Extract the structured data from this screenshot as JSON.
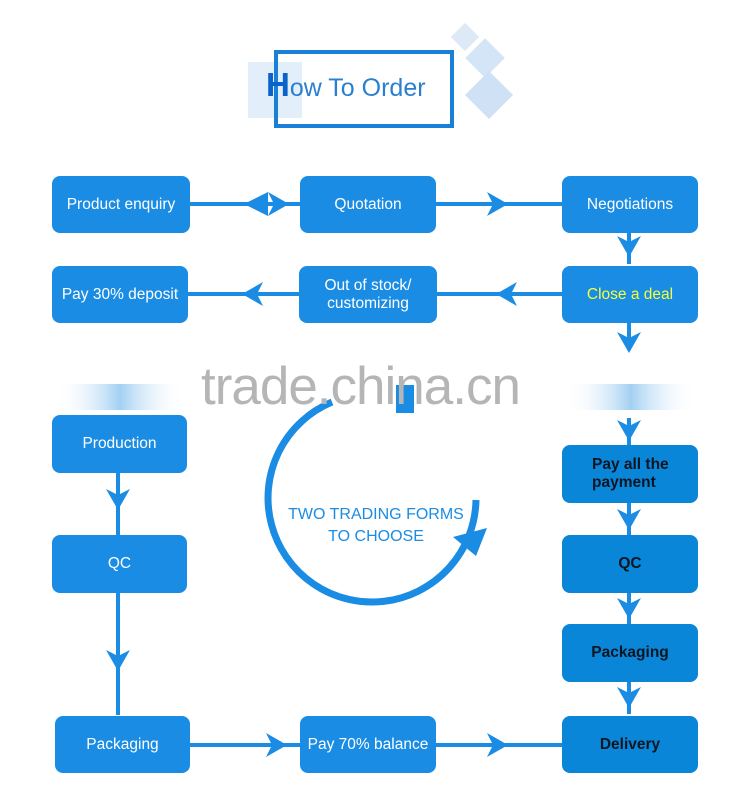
{
  "title": {
    "first_letter": "H",
    "rest": "ow To Order"
  },
  "watermark": "trade.china.cn",
  "cycle_label_line1": "TWO TRADING FORMS",
  "cycle_label_line2": "TO CHOOSE",
  "colors": {
    "primary": "#1b8ce3",
    "dark_box": "#0a86d8",
    "highlight": "#f4ff3c"
  },
  "nodes": {
    "product_enquiry": "Product enquiry",
    "quotation": "Quotation",
    "negotiations": "Negotiations",
    "close_deal": "Close a deal",
    "out_of_stock": "Out of stock/ customizing",
    "pay_deposit": "Pay 30% deposit",
    "production": "Production",
    "qc_left": "QC",
    "packaging_left": "Packaging",
    "pay_balance": "Pay 70% balance",
    "delivery": "Delivery",
    "pay_all": "Pay all the payment",
    "qc_right": "QC",
    "packaging_right": "Packaging"
  }
}
